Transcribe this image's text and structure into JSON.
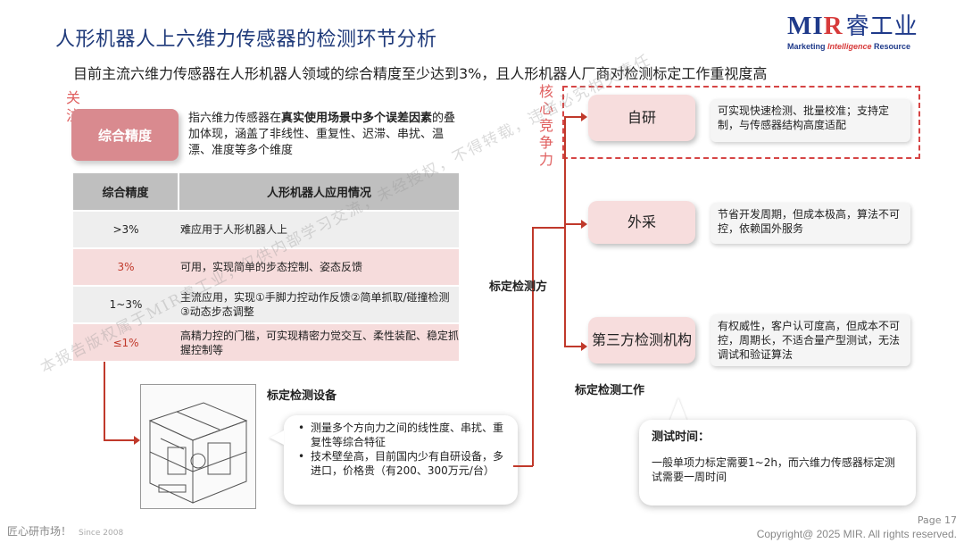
{
  "title": "人形机器人上六维力传感器的检测环节分析",
  "subtitle": "目前主流六维力传感器在人形机器人领域的综合精度至少达到3%，且人形机器人厂商对检测标定工作重视度高",
  "logo": {
    "main_mi": "MI",
    "main_r": "R",
    "main_cn": "睿工业",
    "tag_a": "Marketing ",
    "tag_b": "Intelligence",
    "tag_c": " Resource"
  },
  "focus_label": "关注",
  "precision_box": "综合精度",
  "precision_desc": {
    "p1": "指六维力传感器在",
    "bold": "真实使用场景中多个误差因素",
    "p2": "的叠加体现，涵盖了非线性、重复性、迟滞、串扰、温漂、准度等多个维度"
  },
  "table": {
    "headers": [
      "综合精度",
      "人形机器人应用情况"
    ],
    "rows": [
      {
        "accuracy": ">3%",
        "usage": "难应用于人形机器人上"
      },
      {
        "accuracy": "3%",
        "usage": "可用，实现简单的步态控制、姿态反馈"
      },
      {
        "accuracy": "1~3%",
        "usage": "主流应用，实现①手脚力控动作反馈②简单抓取/碰撞检测③动态步态调整"
      },
      {
        "accuracy": "≤1%",
        "usage": "高精力控的门槛，可实现精密力觉交互、柔性装配、稳定抓握控制等"
      }
    ]
  },
  "device_label": "标定检测设备",
  "device_bubble": [
    "测量多个方向力之间的线性度、串扰、重复性等综合特征",
    "技术壁垒高，目前国内少有自研设备，多进口，价格贵（有200、300万元/台）"
  ],
  "compete_label": "核心竞争力",
  "method_label": "标定检测方",
  "methods": [
    {
      "name": "自研",
      "desc": "可实现快速检测、批量校准；支持定制，与传感器结构高度适配"
    },
    {
      "name": "外采",
      "desc": "节省开发周期，但成本极高，算法不可控，依赖国外服务"
    },
    {
      "name": "第三方检测机构",
      "desc": "有权威性，客户认可度高，但成本不可控，周期长，不适合量产型测试，无法调试和验证算法"
    }
  ],
  "work_label": "标定检测工作",
  "test_time": {
    "title": "测试时间：",
    "text": "一般单项力标定需要1~2h，而六维力传感器标定测试需要一周时间"
  },
  "footer": {
    "slogan": "匠心研市场！",
    "since": "Since 2008",
    "page": "Page 17",
    "copyright": "Copyright@ 2025 MIR. All rights reserved."
  },
  "watermark": "本报告版权属于MIR睿工业，仅供内部学习交流，未经授权，不得转载，违者必究相关责任",
  "colors": {
    "title_blue": "#1f3a7a",
    "accent_red": "#c0392b",
    "pink": "#f6dcdc"
  }
}
